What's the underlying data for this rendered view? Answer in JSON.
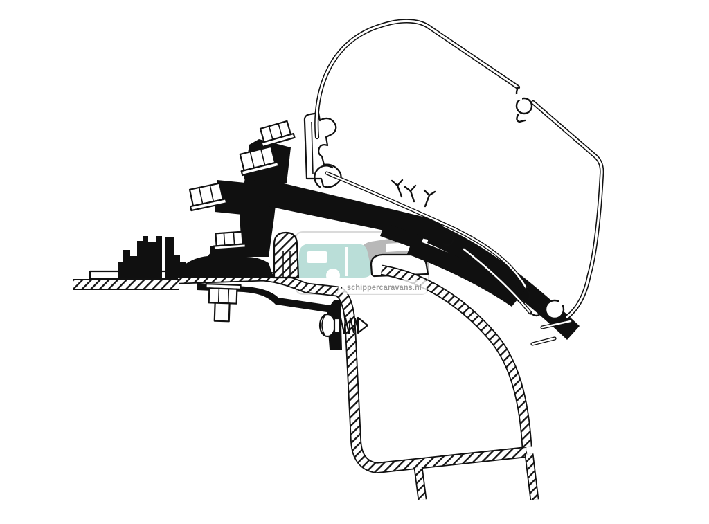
{
  "watermark": {
    "text": "schippercaravans.nl",
    "colors": {
      "caravan": "#b7ddd6",
      "car": "#b5b5b5",
      "text": "#9a9a9a",
      "accent_dot": "#d9c51c",
      "frame": "#d9d9d9",
      "band": "rgba(255,255,255,0.78)"
    }
  },
  "diagram": {
    "background": "#ffffff",
    "ink": "#111111",
    "hatch_angle_deg": 45,
    "parts": [
      "awning-case-profile",
      "awning-case-clip-top",
      "awning-case-clip-bottom",
      "awning-lead-rail-profile",
      "adapter-mounting-rail",
      "adapter-bracket",
      "stepped-clamp-profile",
      "hex-bolt-upper-1",
      "hex-bolt-upper-2",
      "hex-bolt-side",
      "hex-bolt-foot",
      "hex-bolt-under-roof",
      "self-tapping-screw",
      "rubber-wedge-block",
      "vehicle-roof-panel",
      "roof-platform-strip",
      "saddle-shim",
      "vehicle-body-side-panel"
    ]
  }
}
